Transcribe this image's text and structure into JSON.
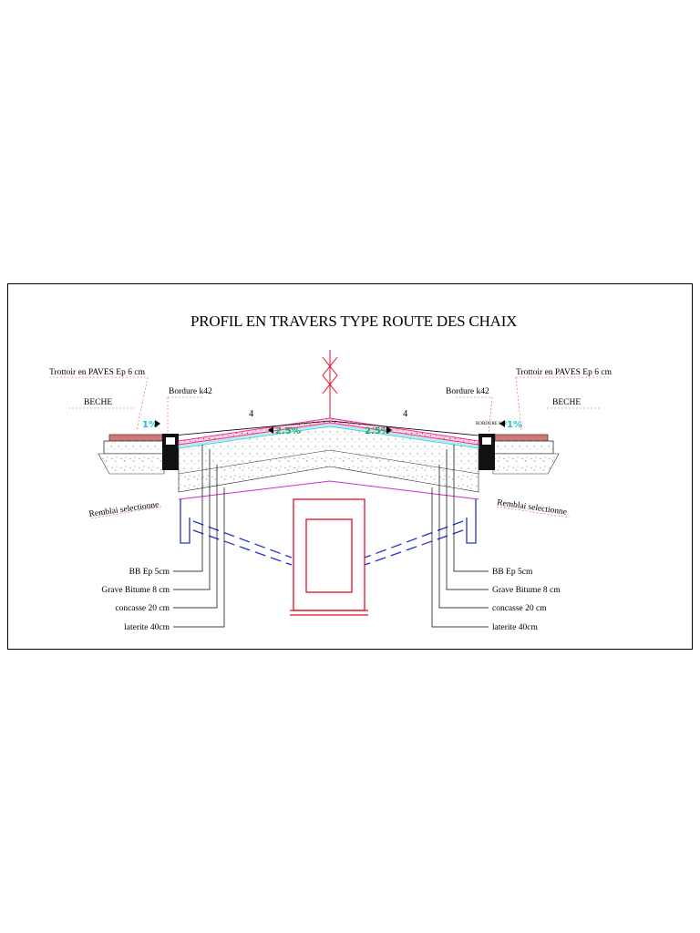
{
  "title": "PROFIL EN TRAVERS TYPE ROUTE DES CHAIX",
  "left": {
    "sidewalk": "Trottoir en PAVES Ep 6 cm",
    "ditch": "BECHE",
    "curb": "Bordure k42",
    "fill": "Remblai selectionne",
    "slope": "1%",
    "lane_width": "4",
    "lane_slope": "2.5%"
  },
  "right": {
    "sidewalk": "Trottoir en PAVES Ep 6 cm",
    "ditch": "BECHE",
    "curb": "Bordure k42",
    "fill": "Remblai selectionne",
    "slope": "1%",
    "lane_width": "4",
    "lane_slope": "2.5%",
    "curb_small": "BORDURE K42"
  },
  "layers": [
    "BB Ep 5cm",
    "Grave Bitume 8 cm",
    "concasse 20 cm",
    "laterite 40cm"
  ],
  "colors": {
    "road_surface": "#ff2aa0",
    "grave_bitume": "#2fd0e0",
    "culvert": "#e0102a",
    "pipe": "#2233cc",
    "subgrade_line": "#d12ad1",
    "leader_red": "#e05560"
  }
}
